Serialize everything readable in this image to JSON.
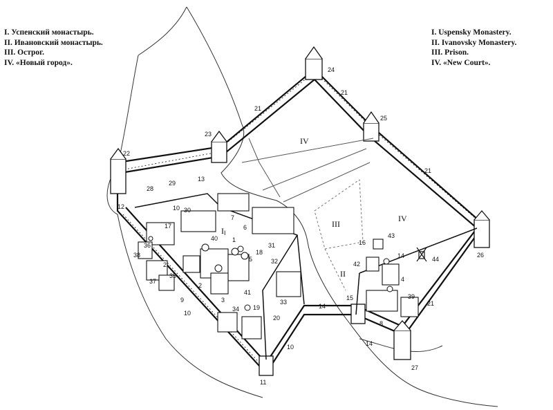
{
  "legend_ru": [
    "I. Успенский монастырь.",
    "II. Ивановский монастырь.",
    "III. Острог.",
    "IV. «Новый город»."
  ],
  "legend_en": [
    "I. Uspensky Monastery.",
    "II. Ivanovsky Monastery.",
    "III. Prison.",
    "IV. «New Court»."
  ],
  "zones": [
    "IV",
    "I",
    "III",
    "IV",
    "II"
  ],
  "numbers": [
    "24",
    "21",
    "25",
    "21",
    "23",
    "22",
    "21",
    "13",
    "29",
    "28",
    "12",
    "10",
    "30",
    "17",
    "6",
    "7",
    "I",
    "40",
    "1",
    "31",
    "36",
    "38",
    "2",
    "18",
    "5",
    "32",
    "16",
    "43",
    "42",
    "14",
    "4",
    "44",
    "26",
    "37",
    "35",
    "2",
    "41",
    "9",
    "3",
    "33",
    "15",
    "39",
    "21",
    "10",
    "34",
    "19",
    "20",
    "14",
    "8",
    "10",
    "14",
    "27",
    "11"
  ]
}
